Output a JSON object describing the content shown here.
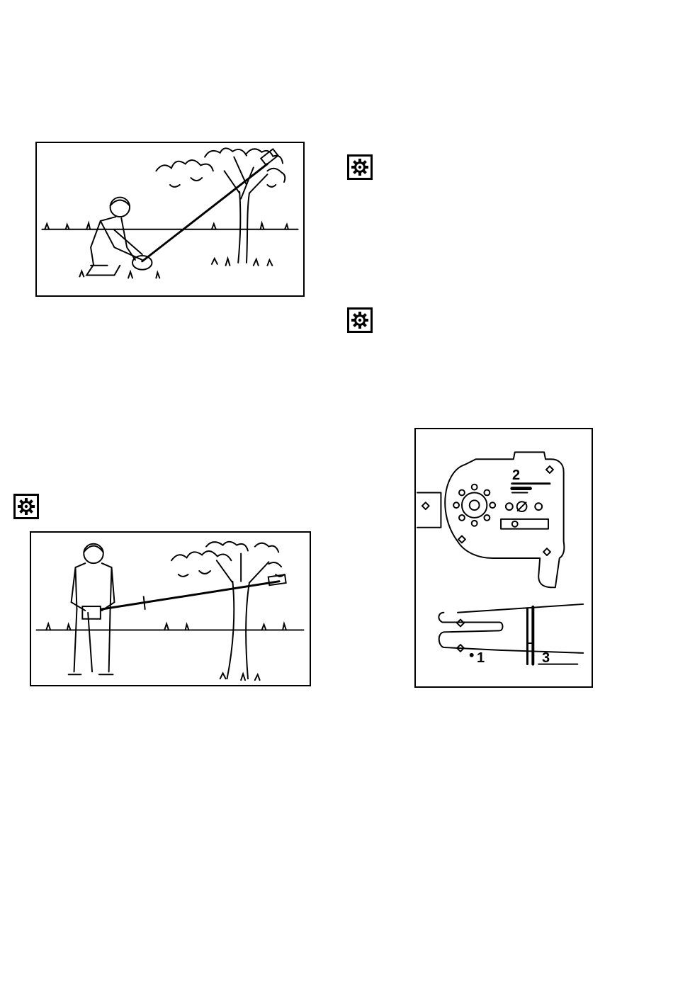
{
  "icons": {
    "gear_1": "gear-icon",
    "gear_2": "gear-icon",
    "gear_3": "gear-icon"
  },
  "figures": {
    "kneeling_pruning": {},
    "standing_pruning": {},
    "chain_bar_detail": {
      "callouts": {
        "c1": "1",
        "c2": "2",
        "c3": "3"
      }
    }
  }
}
